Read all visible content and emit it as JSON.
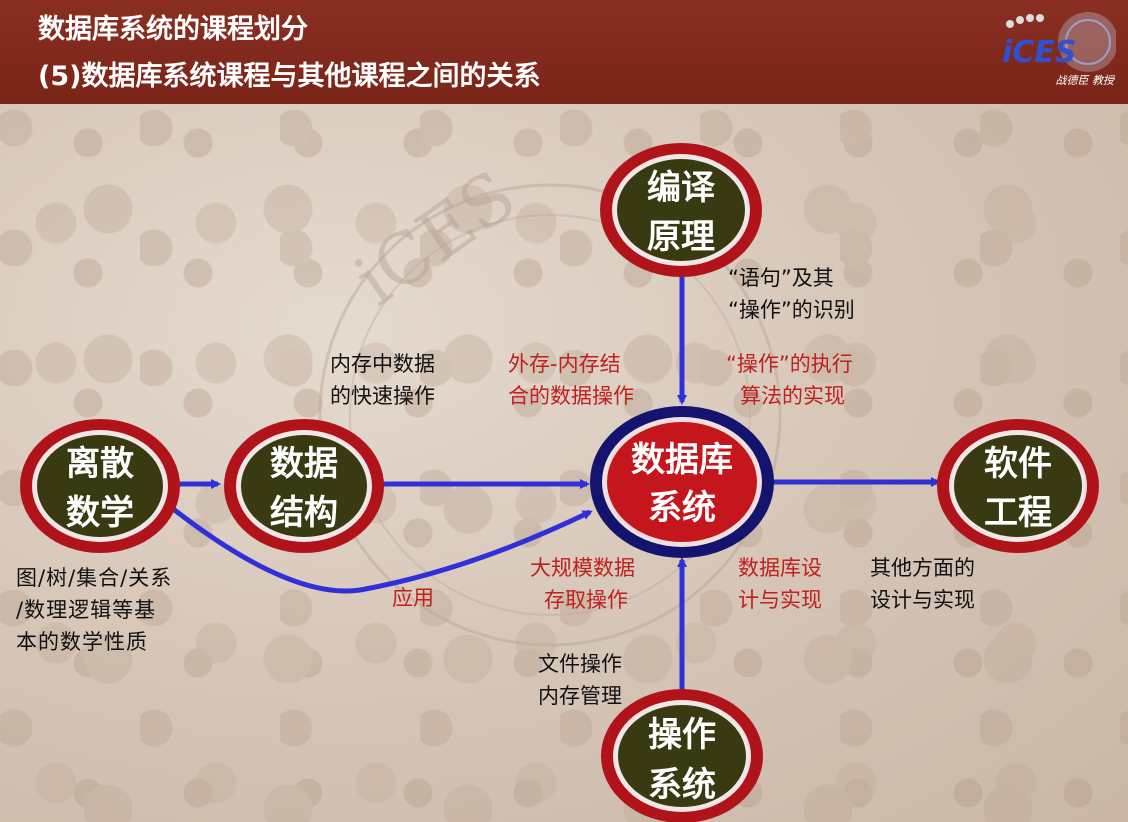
{
  "header": {
    "title_line1": "数据库系统的课程划分",
    "title_line2": "(5)数据库系统课程与其他课程之间的关系",
    "logo_text": "iCES",
    "logo_caption": "战德臣 教授"
  },
  "watermark": {
    "text": "iCES"
  },
  "nodes": {
    "compiler": {
      "line1": "编译",
      "line2": "原理"
    },
    "discrete": {
      "line1": "离散",
      "line2": "数学"
    },
    "datastruct": {
      "line1": "数据",
      "line2": "结构"
    },
    "dbsys": {
      "line1": "数据库",
      "line2": "系统"
    },
    "software": {
      "line1": "软件",
      "line2": "工程"
    },
    "os": {
      "line1": "操作",
      "line2": "系统"
    }
  },
  "labels": {
    "compiler_note_l1": "“语句”及其",
    "compiler_note_l2": "“操作”的识别",
    "ds_note_l1": "内存中数据",
    "ds_note_l2": "的快速操作",
    "ext_mem_l1": "外存-内存结",
    "ext_mem_l2": "合的数据操作",
    "exec_l1": "“操作”的执行",
    "exec_l2": "算法的实现",
    "discrete_note_l1": "图/树/集合/关系",
    "discrete_note_l2": "/数理逻辑等基",
    "discrete_note_l3": "本的数学性质",
    "apply": "应用",
    "storage_l1": "大规模数据",
    "storage_l2": "存取操作",
    "design_l1": "数据库设",
    "design_l2": "计与实现",
    "other_l1": "其他方面的",
    "other_l2": "设计与实现",
    "os_note_l1": "文件操作",
    "os_note_l2": "内存管理"
  },
  "colors": {
    "header_bg": "#7a2418",
    "node_ring": "#b0141a",
    "node_fill": "#3a3a12",
    "center_ring": "#14146e",
    "center_fill": "#c4161c",
    "arrow": "#3030d8",
    "note_red": "#c0201e"
  }
}
